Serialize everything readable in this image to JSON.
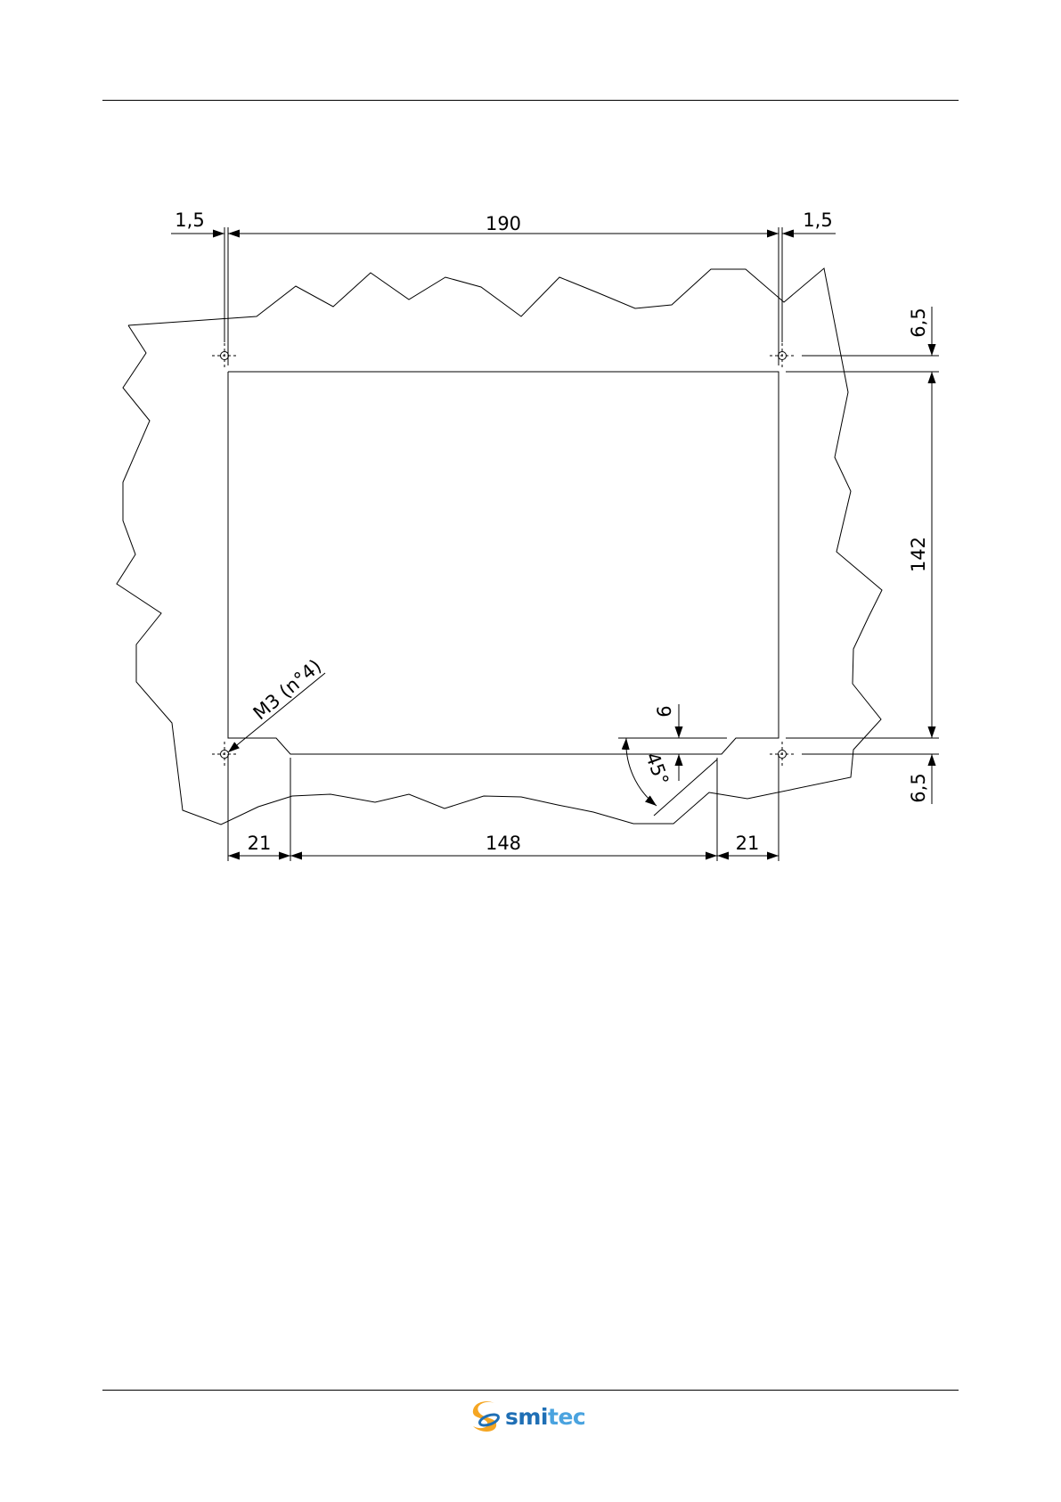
{
  "drawing": {
    "dims": {
      "left_margin": "1,5",
      "top_width": "190",
      "right_margin": "1,5",
      "top_offset": "6,5",
      "height": "142",
      "bottom_offset": "6,5",
      "notch_depth": "6",
      "angle": "45°",
      "hole_note": "M3 (n°4)",
      "bottom_left": "21",
      "bottom_center": "148",
      "bottom_right": "21"
    }
  },
  "footer": {
    "logo": {
      "part1": "smi",
      "part2": "tec",
      "colors": {
        "part1": "#1f6fb5",
        "part2": "#4aa3df",
        "swirl": "#f5a623"
      }
    }
  }
}
